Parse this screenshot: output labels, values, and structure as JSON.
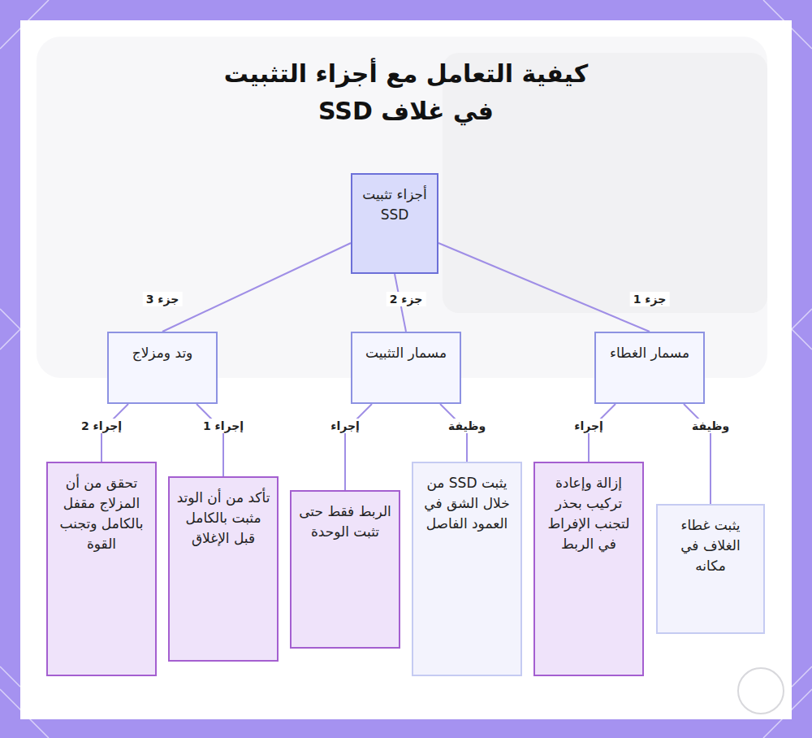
{
  "diagram": {
    "title": "كيفية التعامل مع أجزاء التثبيت في غلاف SSD",
    "nodes": [
      {
        "text": [
          "أجزاء تثبيت SSD"
        ]
      },
      {
        "text": [
          "مسمار الغطاء"
        ]
      },
      {
        "text": [
          "مسمار التثبيت"
        ]
      },
      {
        "text": [
          "وتد ومزلاج"
        ]
      },
      {
        "text": [
          "يثبت غطاء الغلاف في مكانه"
        ]
      },
      {
        "text": [
          "إزالة وإعادة تركيب بحذر لتجنب الإفراط في الربط"
        ]
      },
      {
        "text": [
          "يثبت SSD من خلال الشق في العمود الفاصل"
        ]
      },
      {
        "text": [
          "الربط فقط حتى تثبت الوحدة"
        ]
      },
      {
        "text": [
          "تأكد من أن الوتد مثبت بالكامل قبل الإغلاق"
        ]
      },
      {
        "text": [
          "تحقق من أن المزلاج مقفل بالكامل وتجنب القوة"
        ]
      }
    ],
    "edges": [
      {
        "from": 0,
        "to": 1,
        "label": "جزء 1",
        "arrow": "none"
      },
      {
        "from": 0,
        "to": 2,
        "label": "جزء 2",
        "arrow": "none"
      },
      {
        "from": 0,
        "to": 3,
        "label": "جزء 3",
        "arrow": "none"
      },
      {
        "from": 1,
        "to": 4,
        "label": "وظيفة",
        "arrow": "none"
      },
      {
        "from": 1,
        "to": 5,
        "label": "إجراء",
        "arrow": "none"
      },
      {
        "from": 2,
        "to": 6,
        "label": "وظيفة",
        "arrow": "none"
      },
      {
        "from": 2,
        "to": 7,
        "label": "إجراء",
        "arrow": "none"
      },
      {
        "from": 3,
        "to": 8,
        "label": "إجراء 1",
        "arrow": "none"
      },
      {
        "from": 3,
        "to": 9,
        "label": "إجراء 2",
        "arrow": "none"
      }
    ]
  }
}
